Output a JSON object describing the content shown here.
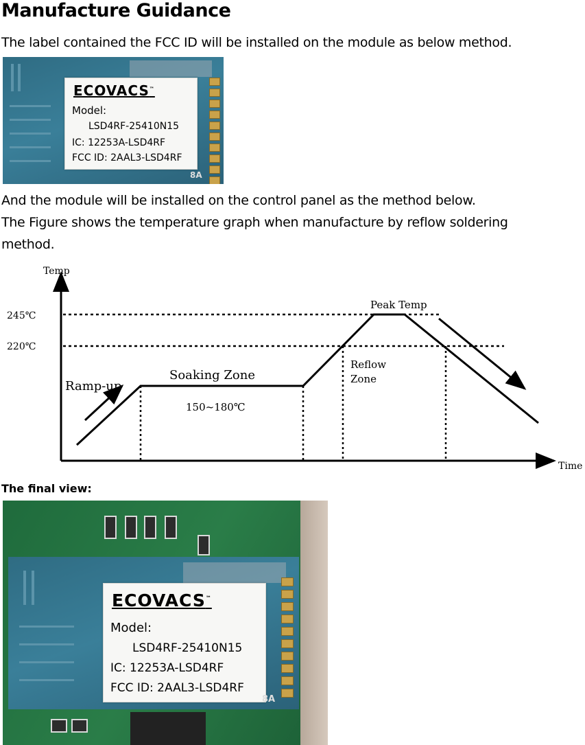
{
  "title": "Manufacture Guidance",
  "para1": "The label contained the FCC ID will be installed on the module as below method.",
  "para2": "And the module will be installed on the control panel as the method below.",
  "para3a": "The Figure shows the temperature graph when manufacture by reflow soldering",
  "para3b": "method.",
  "final_view": "The final view:",
  "label": {
    "brand": "ECOVACS",
    "tm": "™",
    "model_label": "Model:",
    "model": "LSD4RF-25410N15",
    "ic": "IC: 12253A-LSD4RF",
    "fcc": "FCC ID: 2AAL3-LSD4RF",
    "board_mark": "8A"
  },
  "chart_data": {
    "type": "line",
    "xlabel": "Time",
    "ylabel": "Temp",
    "y_ticks": [
      "245℃",
      "220℃"
    ],
    "zones": [
      "Ramp-up",
      "Soaking Zone",
      "150~180℃",
      "Peak Temp",
      "Reflow",
      "Zone"
    ],
    "profile_phases": [
      "ramp-up",
      "soak",
      "ramp-to-peak",
      "peak",
      "cool-down"
    ],
    "reference_lines": [
      245,
      220
    ],
    "grid": false,
    "legend": "none"
  },
  "icons": [
    "arrow-up-right-icon",
    "arrow-down-right-icon"
  ],
  "colors": {
    "pcb_blue": "#2f6c83",
    "pcb_green": "#2a7d48",
    "pad_gold": "#c9a24a"
  }
}
